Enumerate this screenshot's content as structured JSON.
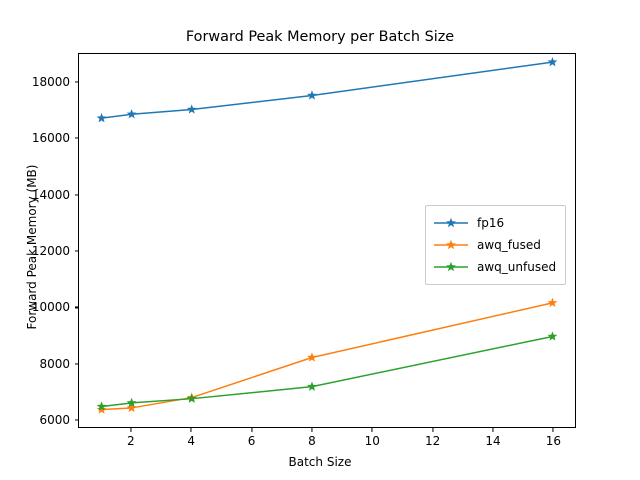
{
  "chart_data": {
    "type": "line",
    "title": "Forward Peak Memory per Batch Size",
    "xlabel": "Batch Size",
    "ylabel": "Forward Peak Memory (MB)",
    "x": [
      1,
      2,
      4,
      8,
      16
    ],
    "xlim": [
      0.25,
      16.75
    ],
    "ylim": [
      5720,
      19030
    ],
    "xticks": [
      2,
      4,
      6,
      8,
      10,
      12,
      14,
      16
    ],
    "xticklabels": [
      "2",
      "4",
      "6",
      "8",
      "10",
      "12",
      "14",
      "16"
    ],
    "yticks": [
      6000,
      8000,
      10000,
      12000,
      14000,
      16000,
      18000
    ],
    "yticklabels": [
      "6000",
      "8000",
      "10000",
      "12000",
      "14000",
      "16000",
      "18000"
    ],
    "grid": false,
    "legend_position": "center right",
    "marker": "star",
    "series": [
      {
        "name": "fp16",
        "color": "#1f77b4",
        "values": [
          16740,
          16880,
          17050,
          17550,
          18740
        ]
      },
      {
        "name": "awq_fused",
        "color": "#ff7f0e",
        "values": [
          6340,
          6400,
          6770,
          8200,
          10150
        ]
      },
      {
        "name": "awq_unfused",
        "color": "#2ca02c",
        "values": [
          6450,
          6580,
          6730,
          7160,
          8950
        ]
      }
    ]
  }
}
